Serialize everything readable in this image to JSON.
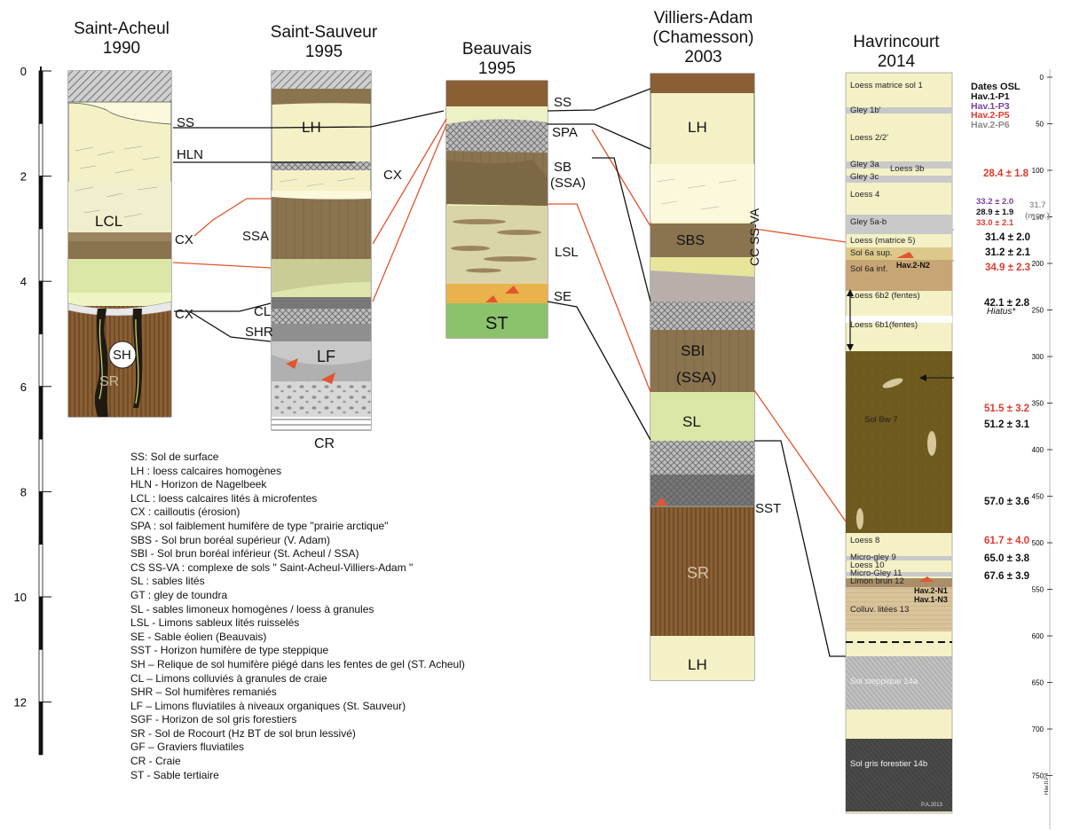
{
  "sections": [
    {
      "name": "Saint-Acheul",
      "year": "1990"
    },
    {
      "name": "Saint-Sauveur",
      "year": "1995"
    },
    {
      "name": "Beauvais",
      "year": "1995"
    },
    {
      "name": "Villiers-Adam",
      "subname": "(Chamesson)",
      "year": "2003"
    },
    {
      "name": "Havrincourt",
      "year": "2014"
    }
  ],
  "left_scale": {
    "ticks": [
      "0",
      "2",
      "4",
      "6",
      "8",
      "10",
      "12"
    ]
  },
  "right_scale": {
    "ticks": [
      "0",
      "50",
      "100",
      "150",
      "200",
      "250",
      "300",
      "350",
      "400",
      "450",
      "500",
      "550",
      "600",
      "650",
      "700",
      "750"
    ],
    "label": "Hav.II.P4"
  },
  "saint_acheul": {
    "labels": {
      "ss": "SS",
      "hln": "HLN",
      "lcl": "LCL",
      "cx1": "CX",
      "cx2": "CX",
      "sh": "SH",
      "sr": "SR"
    }
  },
  "saint_sauveur": {
    "labels": {
      "lh": "LH",
      "cx": "CX",
      "ssa": "SSA",
      "cl": "CL",
      "shr": "SHR",
      "lf": "LF",
      "cr": "CR"
    }
  },
  "beauvais": {
    "labels": {
      "ss": "SS",
      "spa": "SPA",
      "sb": "SB",
      "ssa": "(SSA)",
      "lsl": "LSL",
      "se": "SE",
      "st": "ST"
    }
  },
  "villiers_adam": {
    "labels": {
      "lh": "LH",
      "sbs": "SBS",
      "ccssva": "CC SS-VA",
      "sbi": "SBI",
      "ssa": "(SSA)",
      "sl": "SL",
      "sst": "SST",
      "sr": "SR",
      "lh2": "LH"
    }
  },
  "havrincourt": {
    "layers": [
      "Loess matrice sol 1",
      "Gley 1b'",
      "Loess 2/2'",
      "Gley 3a",
      "Loess 3b",
      "Gley 3c",
      "Loess 4",
      "Gley 5a-b",
      "Loess (matrice 5)",
      "Sol 6a sup.",
      "Sol 6a inf.",
      "Loess 6b2 (fentes)",
      "Loess 6b1(fentes)",
      "Sol Bw 7",
      "Loess 8",
      "Micro-gley 9",
      "Loess 10",
      "Micro-Gley  11",
      "Limon brun 12",
      "Colluv. litées 13",
      "Sol steppique 14a",
      "Sol gris forestier 14b"
    ],
    "samples": [
      "Hav.2-N2",
      "Hav.2-N1",
      "Hav.1-N3"
    ],
    "hiatus": "Hiatus*",
    "credit": "P.A.2013"
  },
  "osl": {
    "title": "Dates OSL",
    "profiles": [
      {
        "name": "Hav.1-P1",
        "color": "#111111"
      },
      {
        "name": "Hav.1-P3",
        "color": "#7a3fa0"
      },
      {
        "name": "Hav.2-P5",
        "color": "#e03a2f"
      },
      {
        "name": "Hav.2-P6",
        "color": "#8a8a8a"
      }
    ],
    "dates": [
      {
        "text": "28.4 ± 1.8",
        "color": "#e03a2f"
      },
      {
        "text": "33.2 ± 2.0",
        "color": "#7a3fa0"
      },
      {
        "text": "28.9 ± 1.9",
        "color": "#111111"
      },
      {
        "text": "33.0 ± 2.1",
        "color": "#e03a2f"
      },
      {
        "text": "31.4 ± 2.0",
        "color": "#111111"
      },
      {
        "text": "31.2 ± 2.1",
        "color": "#111111"
      },
      {
        "text": "34.9 ± 2.3",
        "color": "#e03a2f"
      },
      {
        "text": "42.1 ± 2.8",
        "color": "#111111"
      },
      {
        "text": "51.5 ± 3.2",
        "color": "#e03a2f"
      },
      {
        "text": "51.2 ± 3.1",
        "color": "#111111"
      },
      {
        "text": "57.0 ± 3.6",
        "color": "#111111"
      },
      {
        "text": "61.7 ± 4.0",
        "color": "#e03a2f"
      },
      {
        "text": "65.0 ± 3.8",
        "color": "#111111"
      },
      {
        "text": "67.6 ± 3.9",
        "color": "#111111"
      }
    ],
    "mean": "31.7",
    "mean_label": "(moy.)"
  },
  "legend": [
    "SS: Sol de surface",
    "LH : loess calcaires homogènes",
    "HLN - Horizon de Nagelbeek",
    "LCL : loess calcaires lités à microfentes",
    "CX : cailloutis (érosion)",
    "SPA : sol faiblement humifère de type \"prairie arctique\"",
    "SBS - Sol brun boréal supérieur (V. Adam)",
    "SBI - Sol brun boréal inférieur (St. Acheul / SSA)",
    "CS SS-VA : complexe de sols \" Saint-Acheul-Villiers-Adam \"",
    "SL : sables lités",
    "GT : gley de toundra",
    "SL - sables limoneux homogènes / loess à granules",
    "LSL - Limons sableux lités ruisselés",
    "SE - Sable éolien (Beauvais)",
    "SST - Horizon humifère de type steppique",
    "SH – Relique de sol humifère piégé dans les fentes de gel (ST. Acheul)",
    "CL – Limons colluviés à granules de craie",
    "SHR – Sol humifères remaniés",
    "LF – Limons fluviatiles à niveaux organiques (St. Sauveur)",
    "SGF - Horizon de sol gris forestiers",
    "SR - Sol de Rocourt (Hz BT de sol brun lessivé)",
    "GF – Graviers fluviatiles",
    "CR - Craie",
    "ST - Sable tertiaire"
  ],
  "colors": {
    "loess": "#f4f1c6",
    "loess_lit": "#fbf8dc",
    "brown_soil": "#8a7450",
    "dark_brown": "#6b4e2e",
    "red_line": "#e2552f",
    "green": "#8bc26b",
    "orange": "#e9b24a",
    "sol7": "#6e5a1e",
    "gley": "#c9c9c9",
    "steppe": "#b9b9b9",
    "forest": "#4a4a4a",
    "lsl": "#d9d5a8"
  }
}
